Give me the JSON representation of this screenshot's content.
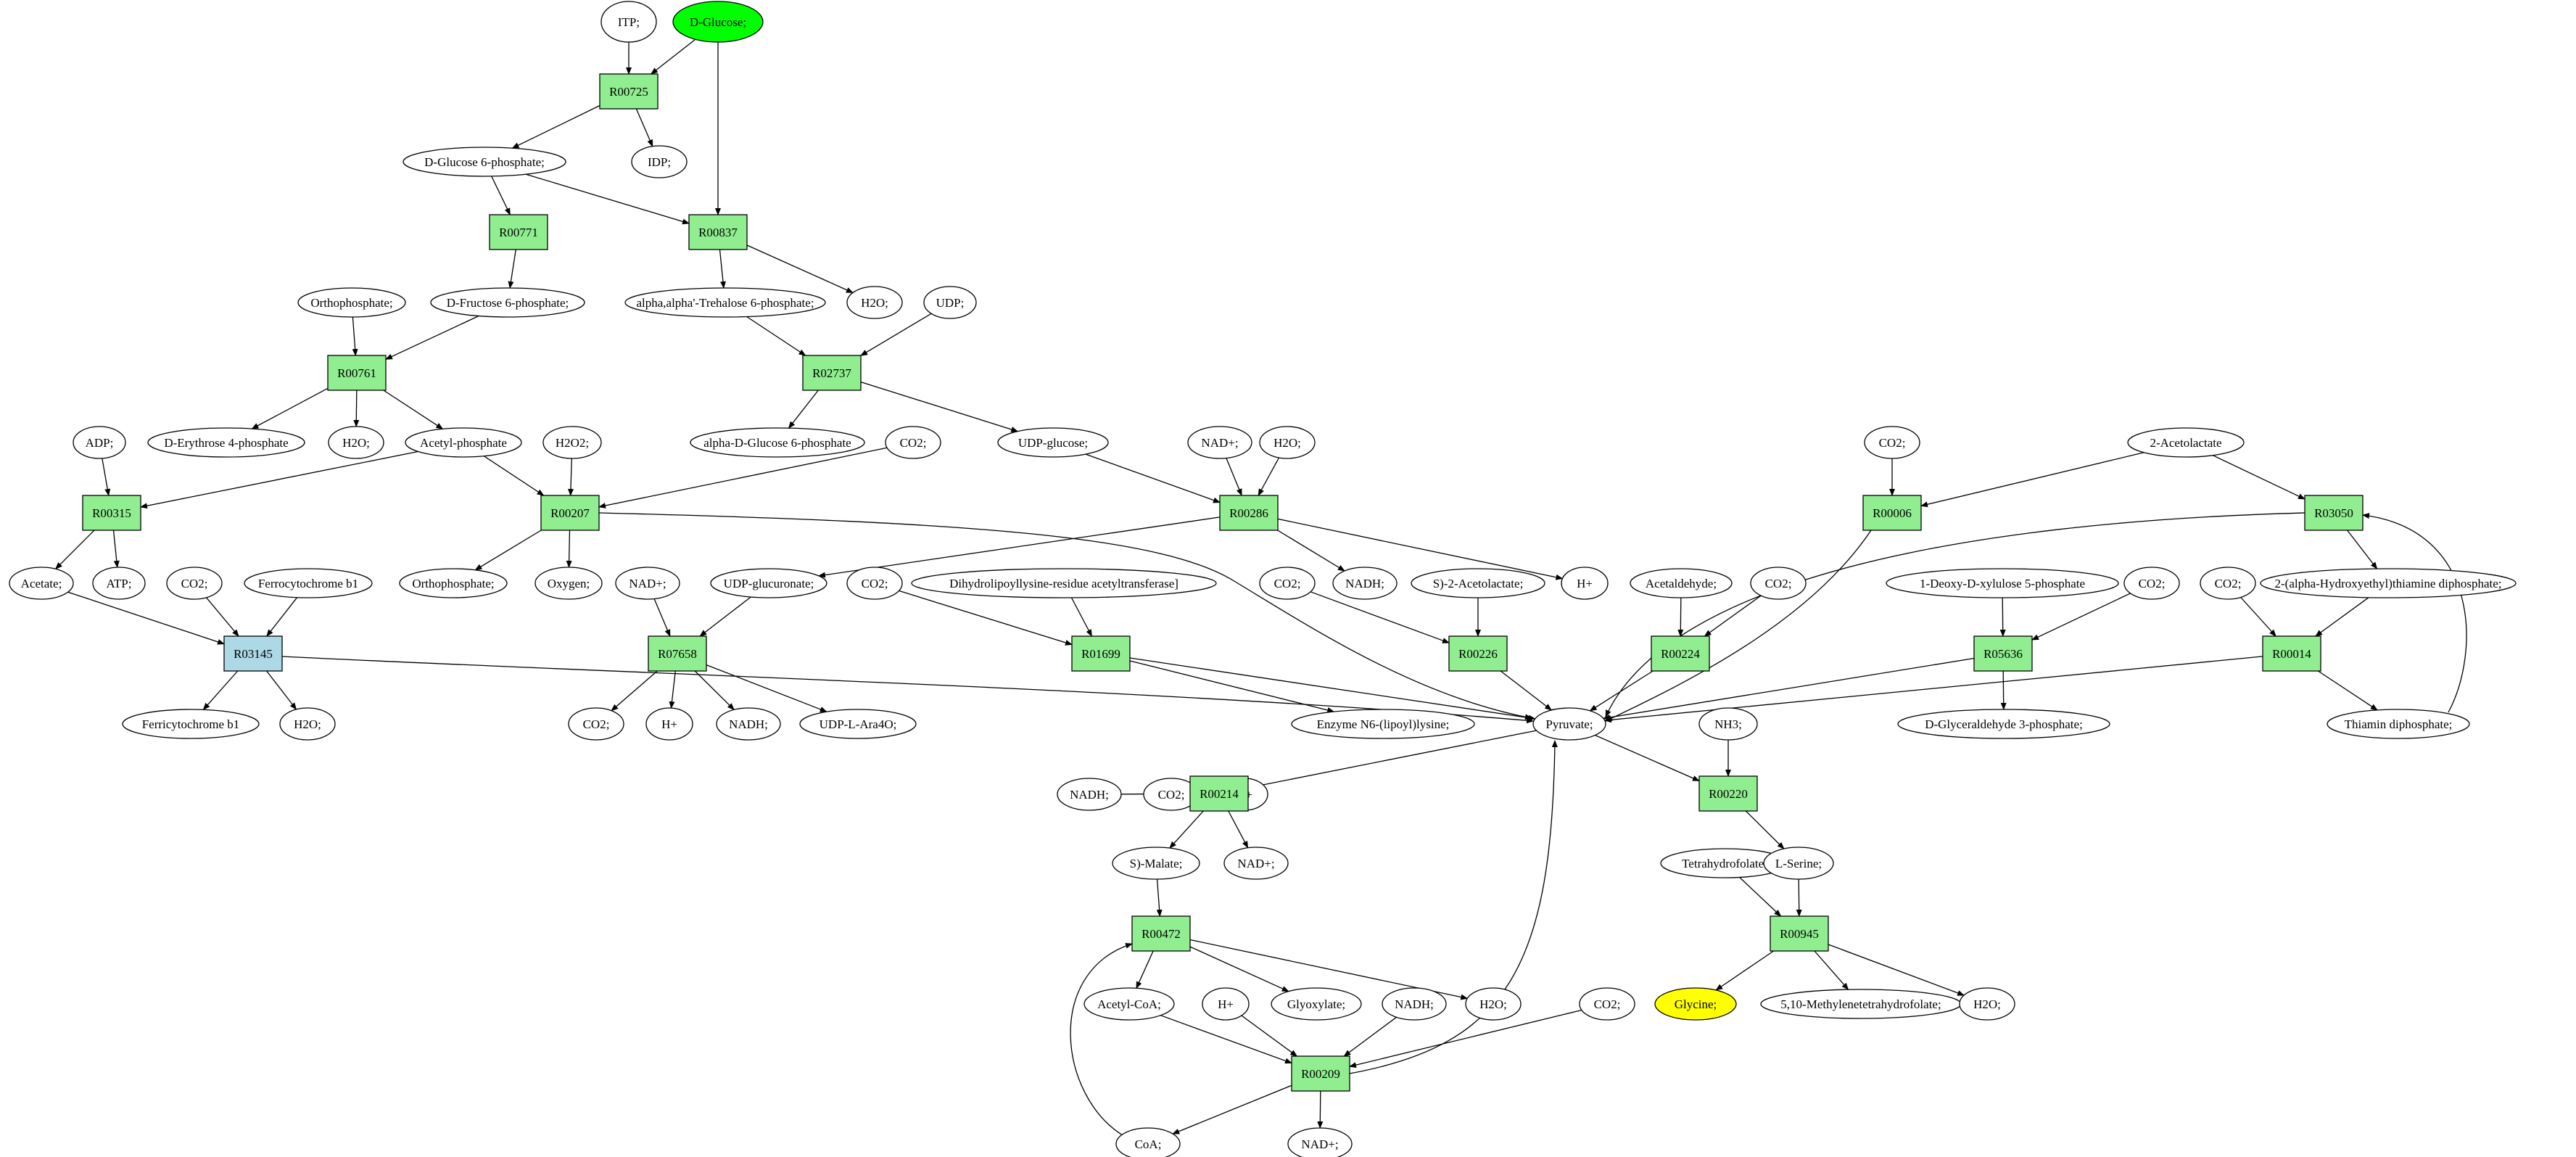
{
  "colors": {
    "metabolite": "#ffffff",
    "reaction": "#90ee90",
    "reaction_highlight": "#add8e6",
    "source": "#00ff00",
    "target": "#ffff00",
    "edge": "#000000"
  },
  "nodes": [
    {
      "id": "m_itp",
      "kind": "met",
      "label": "ITP;"
    },
    {
      "id": "m_dglc",
      "kind": "met",
      "label": "D-Glucose;",
      "fill": "#00ff00"
    },
    {
      "id": "r_r00725",
      "kind": "rxn",
      "label": "R00725"
    },
    {
      "id": "m_g6p",
      "kind": "met",
      "label": "D-Glucose 6-phosphate;"
    },
    {
      "id": "m_idp",
      "kind": "met",
      "label": "IDP;"
    },
    {
      "id": "r_r00771",
      "kind": "rxn",
      "label": "R00771"
    },
    {
      "id": "r_r00837",
      "kind": "rxn",
      "label": "R00837"
    },
    {
      "id": "m_pi1",
      "kind": "met",
      "label": "Orthophosphate;"
    },
    {
      "id": "m_f6p",
      "kind": "met",
      "label": "D-Fructose 6-phosphate;"
    },
    {
      "id": "m_t6p",
      "kind": "met",
      "label": "alpha,alpha'-Trehalose 6-phosphate;"
    },
    {
      "id": "m_h2o_a",
      "kind": "met",
      "label": "H2O;"
    },
    {
      "id": "m_udp",
      "kind": "met",
      "label": "UDP;"
    },
    {
      "id": "r_r00761",
      "kind": "rxn",
      "label": "R00761"
    },
    {
      "id": "r_r02737",
      "kind": "rxn",
      "label": "R02737"
    },
    {
      "id": "m_adp",
      "kind": "met",
      "label": "ADP;"
    },
    {
      "id": "m_e4p",
      "kind": "met",
      "label": "D-Erythrose 4-phosphate"
    },
    {
      "id": "m_h2o_b",
      "kind": "met",
      "label": "H2O;"
    },
    {
      "id": "m_acp",
      "kind": "met",
      "label": "Acetyl-phosphate"
    },
    {
      "id": "m_h2o2",
      "kind": "met",
      "label": "H2O2;"
    },
    {
      "id": "m_ag6p",
      "kind": "met",
      "label": "alpha-D-Glucose 6-phosphate"
    },
    {
      "id": "m_co2_a",
      "kind": "met",
      "label": "CO2;"
    },
    {
      "id": "m_udpg",
      "kind": "met",
      "label": "UDP-glucose;"
    },
    {
      "id": "m_nad_a",
      "kind": "met",
      "label": "NAD+;"
    },
    {
      "id": "m_h2o_c",
      "kind": "met",
      "label": "H2O;"
    },
    {
      "id": "m_co2_b",
      "kind": "met",
      "label": "CO2;"
    },
    {
      "id": "m_alac",
      "kind": "met",
      "label": "2-Acetolactate"
    },
    {
      "id": "r_r00315",
      "kind": "rxn",
      "label": "R00315"
    },
    {
      "id": "r_r00207",
      "kind": "rxn",
      "label": "R00207"
    },
    {
      "id": "r_r00286",
      "kind": "rxn",
      "label": "R00286"
    },
    {
      "id": "r_r00006",
      "kind": "rxn",
      "label": "R00006"
    },
    {
      "id": "r_r03050",
      "kind": "rxn",
      "label": "R03050"
    },
    {
      "id": "m_acetate",
      "kind": "met",
      "label": "Acetate;"
    },
    {
      "id": "m_atp",
      "kind": "met",
      "label": "ATP;"
    },
    {
      "id": "m_co2_c",
      "kind": "met",
      "label": "CO2;"
    },
    {
      "id": "m_ferro",
      "kind": "met",
      "label": "Ferrocytochrome b1"
    },
    {
      "id": "m_pi2",
      "kind": "met",
      "label": "Orthophosphate;"
    },
    {
      "id": "m_oxy",
      "kind": "met",
      "label": "Oxygen;"
    },
    {
      "id": "m_nad_b",
      "kind": "met",
      "label": "NAD+;"
    },
    {
      "id": "m_udpgluc",
      "kind": "met",
      "label": "UDP-glucuronate;"
    },
    {
      "id": "m_co2_d",
      "kind": "met",
      "label": "CO2;"
    },
    {
      "id": "m_dihydro",
      "kind": "met",
      "label": "Dihydrolipoyllysine-residue acetyltransferase]"
    },
    {
      "id": "m_co2_e",
      "kind": "met",
      "label": "CO2;"
    },
    {
      "id": "m_nadh_a",
      "kind": "met",
      "label": "NADH;"
    },
    {
      "id": "m_salac",
      "kind": "met",
      "label": "S)-2-Acetolactate;"
    },
    {
      "id": "m_hplus_a",
      "kind": "met",
      "label": "H+"
    },
    {
      "id": "m_acetald",
      "kind": "met",
      "label": "Acetaldehyde;"
    },
    {
      "id": "m_co2_f",
      "kind": "met",
      "label": "CO2;"
    },
    {
      "id": "m_dxp",
      "kind": "met",
      "label": "1-Deoxy-D-xylulose 5-phosphate"
    },
    {
      "id": "m_co2_g",
      "kind": "met",
      "label": "CO2;"
    },
    {
      "id": "m_co2_h",
      "kind": "met",
      "label": "CO2;"
    },
    {
      "id": "m_hetpp",
      "kind": "met",
      "label": "2-(alpha-Hydroxyethyl)thiamine diphosphate;"
    },
    {
      "id": "r_r03145",
      "kind": "rxn",
      "label": "R03145",
      "fill": "#add8e6"
    },
    {
      "id": "r_r07658",
      "kind": "rxn",
      "label": "R07658"
    },
    {
      "id": "r_r01699",
      "kind": "rxn",
      "label": "R01699"
    },
    {
      "id": "r_r00226",
      "kind": "rxn",
      "label": "R00226"
    },
    {
      "id": "r_r00224",
      "kind": "rxn",
      "label": "R00224"
    },
    {
      "id": "r_r05636",
      "kind": "rxn",
      "label": "R05636"
    },
    {
      "id": "r_r00014",
      "kind": "rxn",
      "label": "R00014"
    },
    {
      "id": "m_ferri",
      "kind": "met",
      "label": "Ferricytochrome b1"
    },
    {
      "id": "m_h2o_d",
      "kind": "met",
      "label": "H2O;"
    },
    {
      "id": "m_co2_i",
      "kind": "met",
      "label": "CO2;"
    },
    {
      "id": "m_hplus_b",
      "kind": "met",
      "label": "H+"
    },
    {
      "id": "m_nadh_b",
      "kind": "met",
      "label": "NADH;"
    },
    {
      "id": "m_udpara",
      "kind": "met",
      "label": "UDP-L-Ara4O;"
    },
    {
      "id": "m_enzlip",
      "kind": "met",
      "label": "Enzyme N6-(lipoyl)lysine;"
    },
    {
      "id": "m_pyr",
      "kind": "met",
      "label": "Pyruvate;"
    },
    {
      "id": "m_nh3",
      "kind": "met",
      "label": "NH3;"
    },
    {
      "id": "m_ga3p",
      "kind": "met",
      "label": "D-Glyceraldehyde 3-phosphate;"
    },
    {
      "id": "m_tpp",
      "kind": "met",
      "label": "Thiamin diphosphate;"
    },
    {
      "id": "m_nadh_c",
      "kind": "met",
      "label": "NADH;"
    },
    {
      "id": "m_co2_j",
      "kind": "met",
      "label": "CO2;"
    },
    {
      "id": "m_hplus_c",
      "kind": "met",
      "label": "H+"
    },
    {
      "id": "r_r00214",
      "kind": "rxn",
      "label": "R00214"
    },
    {
      "id": "r_r00220",
      "kind": "rxn",
      "label": "R00220"
    },
    {
      "id": "m_smalate",
      "kind": "met",
      "label": "S)-Malate;"
    },
    {
      "id": "m_nad_c",
      "kind": "met",
      "label": "NAD+;"
    },
    {
      "id": "m_thf",
      "kind": "met",
      "label": "Tetrahydrofolate;"
    },
    {
      "id": "m_ser",
      "kind": "met",
      "label": "L-Serine;"
    },
    {
      "id": "r_r00472",
      "kind": "rxn",
      "label": "R00472"
    },
    {
      "id": "r_r00945",
      "kind": "rxn",
      "label": "R00945"
    },
    {
      "id": "m_accoa",
      "kind": "met",
      "label": "Acetyl-CoA;"
    },
    {
      "id": "m_hplus_d",
      "kind": "met",
      "label": "H+"
    },
    {
      "id": "m_glyox",
      "kind": "met",
      "label": "Glyoxylate;"
    },
    {
      "id": "m_nadh_d",
      "kind": "met",
      "label": "NADH;"
    },
    {
      "id": "m_h2o_e",
      "kind": "met",
      "label": "H2O;"
    },
    {
      "id": "m_co2_k",
      "kind": "met",
      "label": "CO2;"
    },
    {
      "id": "m_gly",
      "kind": "met",
      "label": "Glycine;",
      "fill": "#ffff00"
    },
    {
      "id": "m_mthf",
      "kind": "met",
      "label": "5,10-Methylenetetrahydrofolate;"
    },
    {
      "id": "m_h2o_f",
      "kind": "met",
      "label": "H2O;"
    },
    {
      "id": "r_r00209",
      "kind": "rxn",
      "label": "R00209"
    },
    {
      "id": "m_coa",
      "kind": "met",
      "label": "CoA;"
    },
    {
      "id": "m_nad_d",
      "kind": "met",
      "label": "NAD+;"
    }
  ],
  "edges": [
    [
      "m_itp",
      "r_r00725"
    ],
    [
      "m_dglc",
      "r_r00725"
    ],
    [
      "m_dglc",
      "r_r00837"
    ],
    [
      "r_r00725",
      "m_g6p"
    ],
    [
      "r_r00725",
      "m_idp"
    ],
    [
      "m_g6p",
      "r_r00771"
    ],
    [
      "m_g6p",
      "r_r00837"
    ],
    [
      "r_r00771",
      "m_f6p"
    ],
    [
      "r_r00837",
      "m_t6p"
    ],
    [
      "r_r00837",
      "m_h2o_a"
    ],
    [
      "m_pi1",
      "r_r00761"
    ],
    [
      "m_f6p",
      "r_r00761"
    ],
    [
      "m_t6p",
      "r_r02737"
    ],
    [
      "m_udp",
      "r_r02737"
    ],
    [
      "r_r00761",
      "m_e4p"
    ],
    [
      "r_r00761",
      "m_h2o_b"
    ],
    [
      "r_r00761",
      "m_acp"
    ],
    [
      "r_r02737",
      "m_ag6p"
    ],
    [
      "r_r02737",
      "m_udpg"
    ],
    [
      "m_adp",
      "r_r00315"
    ],
    [
      "m_acp",
      "r_r00315"
    ],
    [
      "m_acp",
      "r_r00207"
    ],
    [
      "m_h2o2",
      "r_r00207"
    ],
    [
      "m_co2_a",
      "r_r00207"
    ],
    [
      "m_udpg",
      "r_r00286"
    ],
    [
      "m_nad_a",
      "r_r00286"
    ],
    [
      "m_h2o_c",
      "r_r00286"
    ],
    [
      "m_co2_b",
      "r_r00006"
    ],
    [
      "m_alac",
      "r_r00006"
    ],
    [
      "m_alac",
      "r_r03050"
    ],
    [
      "r_r00315",
      "m_acetate"
    ],
    [
      "r_r00315",
      "m_atp"
    ],
    [
      "r_r00207",
      "m_pi2"
    ],
    [
      "r_r00207",
      "m_oxy"
    ],
    [
      "r_r00207",
      "m_pyr"
    ],
    [
      "r_r00286",
      "m_udpgluc"
    ],
    [
      "r_r00286",
      "m_nadh_a"
    ],
    [
      "r_r00286",
      "m_hplus_a"
    ],
    [
      "r_r00006",
      "m_pyr"
    ],
    [
      "r_r03050",
      "m_pyr"
    ],
    [
      "r_r03050",
      "m_hetpp"
    ],
    [
      "m_acetate",
      "r_r03145"
    ],
    [
      "m_co2_c",
      "r_r03145"
    ],
    [
      "m_ferro",
      "r_r03145"
    ],
    [
      "r_r03145",
      "m_ferri"
    ],
    [
      "r_r03145",
      "m_h2o_d"
    ],
    [
      "r_r03145",
      "m_pyr"
    ],
    [
      "m_nad_b",
      "r_r07658"
    ],
    [
      "m_udpgluc",
      "r_r07658"
    ],
    [
      "r_r07658",
      "m_co2_i"
    ],
    [
      "r_r07658",
      "m_hplus_b"
    ],
    [
      "r_r07658",
      "m_nadh_b"
    ],
    [
      "r_r07658",
      "m_udpara"
    ],
    [
      "m_co2_d",
      "r_r01699"
    ],
    [
      "m_dihydro",
      "r_r01699"
    ],
    [
      "r_r01699",
      "m_enzlip"
    ],
    [
      "r_r01699",
      "m_pyr"
    ],
    [
      "m_co2_e",
      "r_r00226"
    ],
    [
      "m_salac",
      "r_r00226"
    ],
    [
      "r_r00226",
      "m_pyr"
    ],
    [
      "m_acetald",
      "r_r00224"
    ],
    [
      "m_co2_f",
      "r_r00224"
    ],
    [
      "r_r00224",
      "m_pyr"
    ],
    [
      "m_dxp",
      "r_r05636"
    ],
    [
      "m_co2_g",
      "r_r05636"
    ],
    [
      "r_r05636",
      "m_pyr"
    ],
    [
      "r_r05636",
      "m_ga3p"
    ],
    [
      "m_co2_h",
      "r_r00014"
    ],
    [
      "m_hetpp",
      "r_r00014"
    ],
    [
      "r_r00014",
      "m_pyr"
    ],
    [
      "r_r00014",
      "m_tpp"
    ],
    [
      "m_tpp",
      "r_r03050"
    ],
    [
      "m_pyr",
      "r_r00214"
    ],
    [
      "m_nadh_c",
      "r_r00214"
    ],
    [
      "m_co2_j",
      "r_r00214"
    ],
    [
      "m_hplus_c",
      "r_r00214"
    ],
    [
      "r_r00214",
      "m_smalate"
    ],
    [
      "r_r00214",
      "m_nad_c"
    ],
    [
      "m_pyr",
      "r_r00220"
    ],
    [
      "m_nh3",
      "r_r00220"
    ],
    [
      "r_r00220",
      "m_ser"
    ],
    [
      "m_smalate",
      "r_r00472"
    ],
    [
      "m_coa",
      "r_r00472"
    ],
    [
      "r_r00472",
      "m_accoa"
    ],
    [
      "r_r00472",
      "m_glyox"
    ],
    [
      "r_r00472",
      "m_h2o_e"
    ],
    [
      "m_thf",
      "r_r00945"
    ],
    [
      "m_ser",
      "r_r00945"
    ],
    [
      "r_r00945",
      "m_gly"
    ],
    [
      "r_r00945",
      "m_mthf"
    ],
    [
      "r_r00945",
      "m_h2o_f"
    ],
    [
      "m_accoa",
      "r_r00209"
    ],
    [
      "m_hplus_d",
      "r_r00209"
    ],
    [
      "m_nadh_d",
      "r_r00209"
    ],
    [
      "m_co2_k",
      "r_r00209"
    ],
    [
      "r_r00209",
      "m_coa"
    ],
    [
      "r_r00209",
      "m_nad_d"
    ],
    [
      "r_r00209",
      "m_pyr"
    ]
  ]
}
